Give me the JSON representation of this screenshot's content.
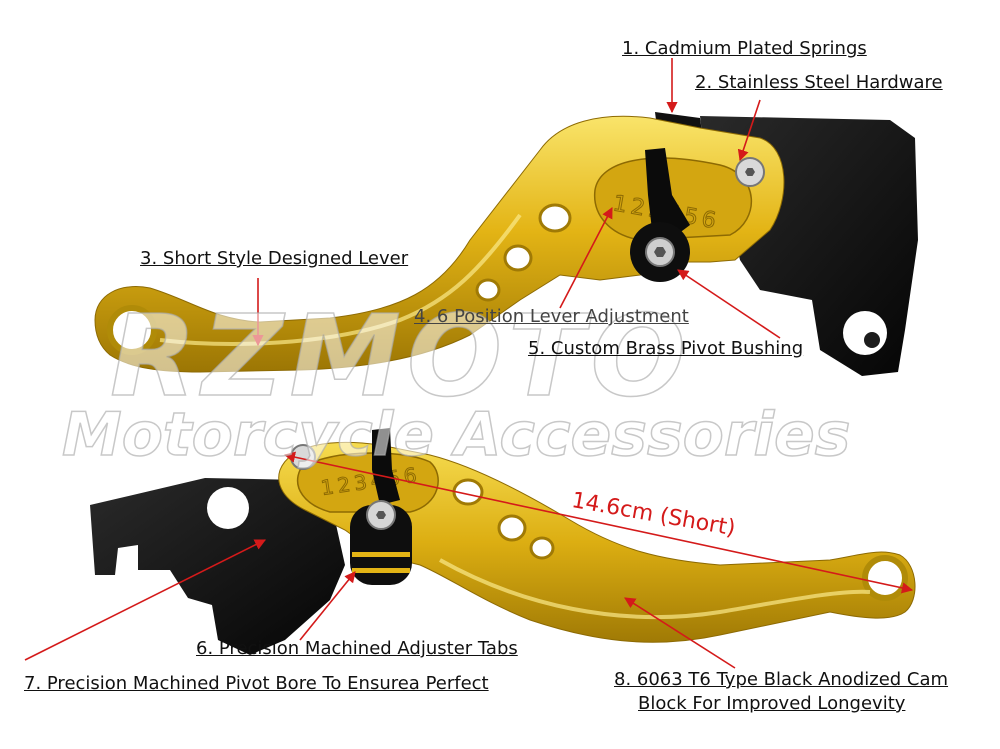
{
  "watermark": {
    "brand": "RZMOTO",
    "tagline": "Motorcycle Accessories"
  },
  "upper_lever": {
    "adjuster_numbers": "123456"
  },
  "lower_lever": {
    "adjuster_numbers": "123456"
  },
  "callouts": [
    {
      "text": "1. Cadmium Plated Springs"
    },
    {
      "text": "2. Stainless Steel Hardware"
    },
    {
      "text": "3. Short Style Designed Lever"
    },
    {
      "text": "4. 6 Position Lever Adjustment"
    },
    {
      "text": "5. Custom Brass Pivot Bushing"
    },
    {
      "text": "6. Precision Machined Adjuster Tabs"
    },
    {
      "text": "7. Precision Machined Pivot Bore To Ensurea Perfect"
    },
    {
      "text_line1": "8. 6063 T6 Type Black Anodized Cam",
      "text_line2": "Block For Improved Longevity"
    }
  ],
  "measurement": "14.6cm (Short)",
  "colors": {
    "lever_gold": "#e3b415",
    "lever_gold_light": "#f7de5a",
    "lever_gold_dark": "#a57d05",
    "bracket_black": "#0d0d0d",
    "arrow_red": "#d41a1a"
  }
}
